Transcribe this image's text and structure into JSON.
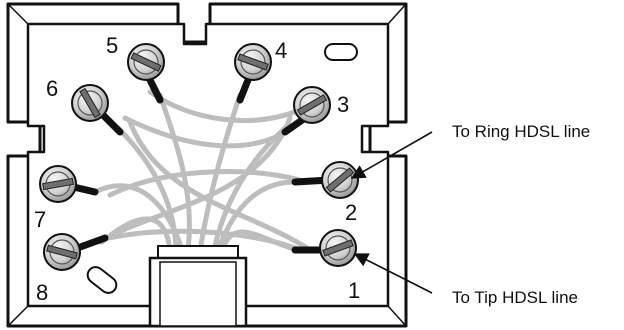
{
  "terminals": [
    {
      "label": "1"
    },
    {
      "label": "2"
    },
    {
      "label": "3"
    },
    {
      "label": "4"
    },
    {
      "label": "5"
    },
    {
      "label": "6"
    },
    {
      "label": "7"
    },
    {
      "label": "8"
    }
  ],
  "callouts": {
    "ring": "To Ring HDSL line",
    "tip": "To Tip HDSL line"
  }
}
